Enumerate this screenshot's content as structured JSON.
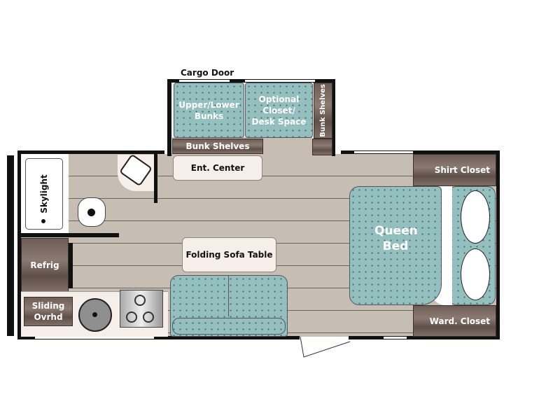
{
  "labels": {
    "cargo_door": "Cargo Door",
    "upper_lower_bunks": "Upper/Lower Bunks",
    "optional_closet": "Optional Closet/ Desk Space",
    "bunk_shelves_side": "Bunk Shelves",
    "bunk_shelves": "Bunk Shelves",
    "ent_center": "Ent. Center",
    "skylight": "Skylight",
    "refrig": "Refrig",
    "sliding_ovrhd": "Sliding Ovrhd",
    "folding_sofa_table": "Folding Sofa Table",
    "queen_bed": "Queen Bed",
    "shirt_closet": "Shirt Closet",
    "ward_closet": "Ward. Closet"
  },
  "colors": {
    "upholstery": "#93bfbe",
    "floor": "#c6bdb3",
    "cabinet": "#6e5d55",
    "counter": "#f6efe9"
  }
}
